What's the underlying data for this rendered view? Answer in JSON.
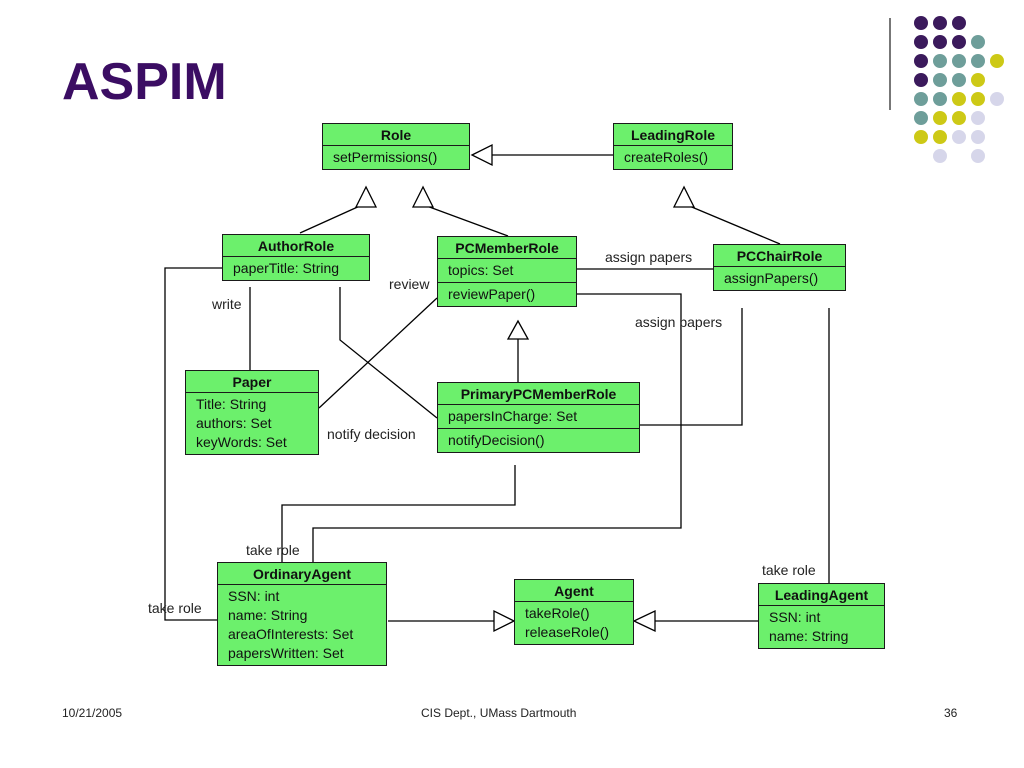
{
  "slide": {
    "title": "ASPIM",
    "footer": {
      "date": "10/21/2005",
      "org": "CIS Dept., UMass Dartmouth",
      "page": "36"
    },
    "palette": {
      "purple": "#3b1a5c",
      "teal": "#6e9e9a",
      "yellow": "#cdc916",
      "lavender": "#d6d6ea",
      "class_fill": "#6cf06c",
      "title_color": "#3b0d63"
    }
  },
  "diagram": {
    "classes": {
      "role": {
        "name": "Role",
        "attributes": [],
        "methods": [
          "setPermissions()"
        ]
      },
      "leading_role": {
        "name": "LeadingRole",
        "attributes": [],
        "methods": [
          "createRoles()"
        ]
      },
      "author_role": {
        "name": "AuthorRole",
        "attributes": [
          "paperTitle: String"
        ],
        "methods": []
      },
      "pc_member_role": {
        "name": "PCMemberRole",
        "attributes": [
          "topics: Set"
        ],
        "methods": [
          "reviewPaper()"
        ]
      },
      "pc_chair_role": {
        "name": "PCChairRole",
        "attributes": [],
        "methods": [
          "assignPapers()"
        ]
      },
      "paper": {
        "name": "Paper",
        "attributes": [
          "Title: String",
          "authors: Set",
          "keyWords: Set"
        ],
        "methods": []
      },
      "primary_pc_member_role": {
        "name": "PrimaryPCMemberRole",
        "attributes": [
          "papersInCharge: Set"
        ],
        "methods": [
          "notifyDecision()"
        ]
      },
      "ordinary_agent": {
        "name": "OrdinaryAgent",
        "attributes": [
          "SSN: int",
          "name: String",
          "areaOfInterests: Set",
          "papersWritten: Set"
        ],
        "methods": []
      },
      "agent": {
        "name": "Agent",
        "attributes": [],
        "methods": [
          "takeRole()",
          "releaseRole()"
        ]
      },
      "leading_agent": {
        "name": "LeadingAgent",
        "attributes": [
          "SSN: int",
          "name: String"
        ],
        "methods": []
      }
    },
    "edge_labels": {
      "write": "write",
      "review": "review",
      "assign_papers_1": "assign papers",
      "assign_papers_2": "assign papers",
      "notify_decision": "notify decision",
      "take_role_ordinary_top": "take role",
      "take_role_ordinary_left": "take role",
      "take_role_leading": "take role"
    }
  }
}
